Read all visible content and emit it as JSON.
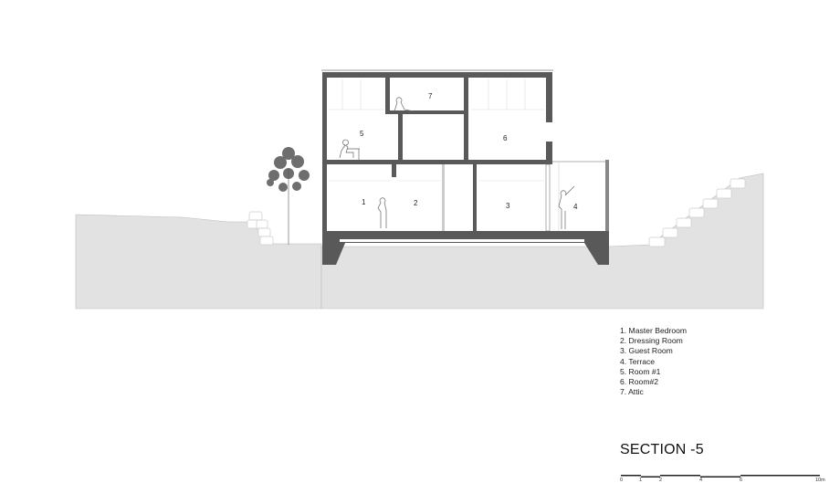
{
  "drawing": {
    "title": "SECTION -5",
    "room_tags": [
      "1",
      "2",
      "3",
      "4",
      "5",
      "6",
      "7"
    ],
    "legend": [
      "1. Master Bedroom",
      "2. Dressing Room",
      "3. Guest Room",
      "4. Terrace",
      "5. Room #1",
      "6. Room#2",
      "7. Attic"
    ],
    "scale_bar": {
      "ticks": [
        "0",
        "1",
        "2",
        "4",
        "6",
        "10m"
      ]
    },
    "colors": {
      "ground": "#e2e2e2",
      "structure": "#595959",
      "line": "#444444"
    }
  }
}
